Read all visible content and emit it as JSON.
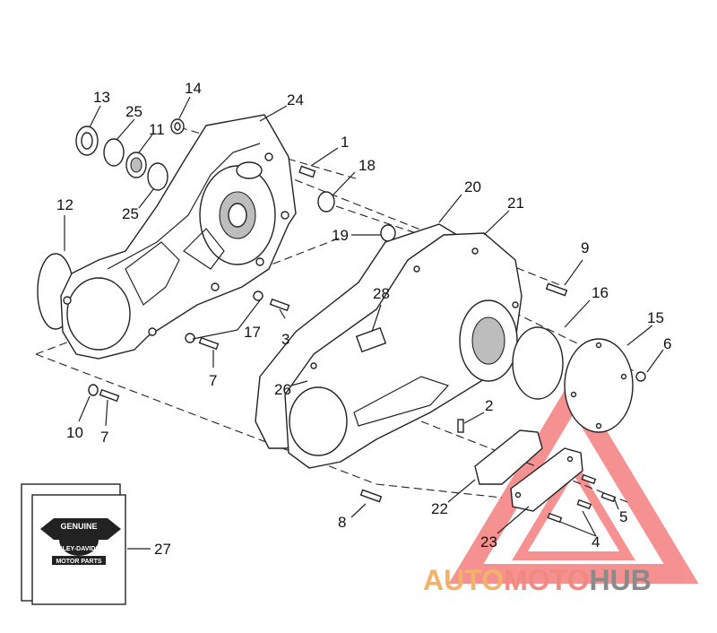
{
  "diagram": {
    "part_labels": [
      {
        "id": "13",
        "text": "13"
      },
      {
        "id": "14",
        "text": "14"
      },
      {
        "id": "25a",
        "text": "25"
      },
      {
        "id": "24",
        "text": "24"
      },
      {
        "id": "11",
        "text": "11"
      },
      {
        "id": "1",
        "text": "1"
      },
      {
        "id": "18",
        "text": "18"
      },
      {
        "id": "25b",
        "text": "25"
      },
      {
        "id": "20",
        "text": "20"
      },
      {
        "id": "12",
        "text": "12"
      },
      {
        "id": "21",
        "text": "21"
      },
      {
        "id": "19",
        "text": "19"
      },
      {
        "id": "9",
        "text": "9"
      },
      {
        "id": "16",
        "text": "16"
      },
      {
        "id": "28",
        "text": "28"
      },
      {
        "id": "15",
        "text": "15"
      },
      {
        "id": "17",
        "text": "17"
      },
      {
        "id": "3",
        "text": "3"
      },
      {
        "id": "6",
        "text": "6"
      },
      {
        "id": "7a",
        "text": "7"
      },
      {
        "id": "26",
        "text": "26"
      },
      {
        "id": "2",
        "text": "2"
      },
      {
        "id": "10",
        "text": "10"
      },
      {
        "id": "7b",
        "text": "7"
      },
      {
        "id": "22",
        "text": "22"
      },
      {
        "id": "5",
        "text": "5"
      },
      {
        "id": "8",
        "text": "8"
      },
      {
        "id": "23",
        "text": "23"
      },
      {
        "id": "4",
        "text": "4"
      },
      {
        "id": "27",
        "text": "27"
      }
    ]
  },
  "badge": {
    "top_text": "GENUINE",
    "middle_text": "HARLEY-DAVIDSON",
    "bottom_text": "MOTOR PARTS"
  },
  "watermark": {
    "part_a": "AUTO",
    "part_b": "MOTO",
    "part_c": "HUB",
    "colors": {
      "auto": "#f2b26a",
      "moto": "#f08a80",
      "hub": "#8a8a8a",
      "triangle": "#f26d6d"
    }
  }
}
